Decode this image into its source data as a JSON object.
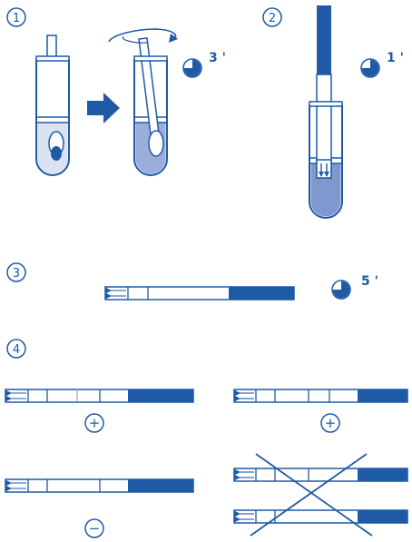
{
  "colors": {
    "primary": "#1f5aa6",
    "liquid_light": "#dbe3f3",
    "liquid_mid": "#9aaed9",
    "liquid_dark": "#7f99d0",
    "white": "#ffffff"
  },
  "steps": {
    "s1": {
      "number": "1",
      "time": "3 '"
    },
    "s2": {
      "number": "2",
      "time": "1 '"
    },
    "s3": {
      "number": "3",
      "time": "5 '"
    },
    "s4": {
      "number": "4"
    }
  },
  "results": {
    "pos_a": {
      "sign": "+"
    },
    "pos_b": {
      "sign": "+"
    },
    "neg": {
      "sign": "−"
    },
    "invalid": {
      "crossed": true
    }
  },
  "timer_fraction": 0.75
}
